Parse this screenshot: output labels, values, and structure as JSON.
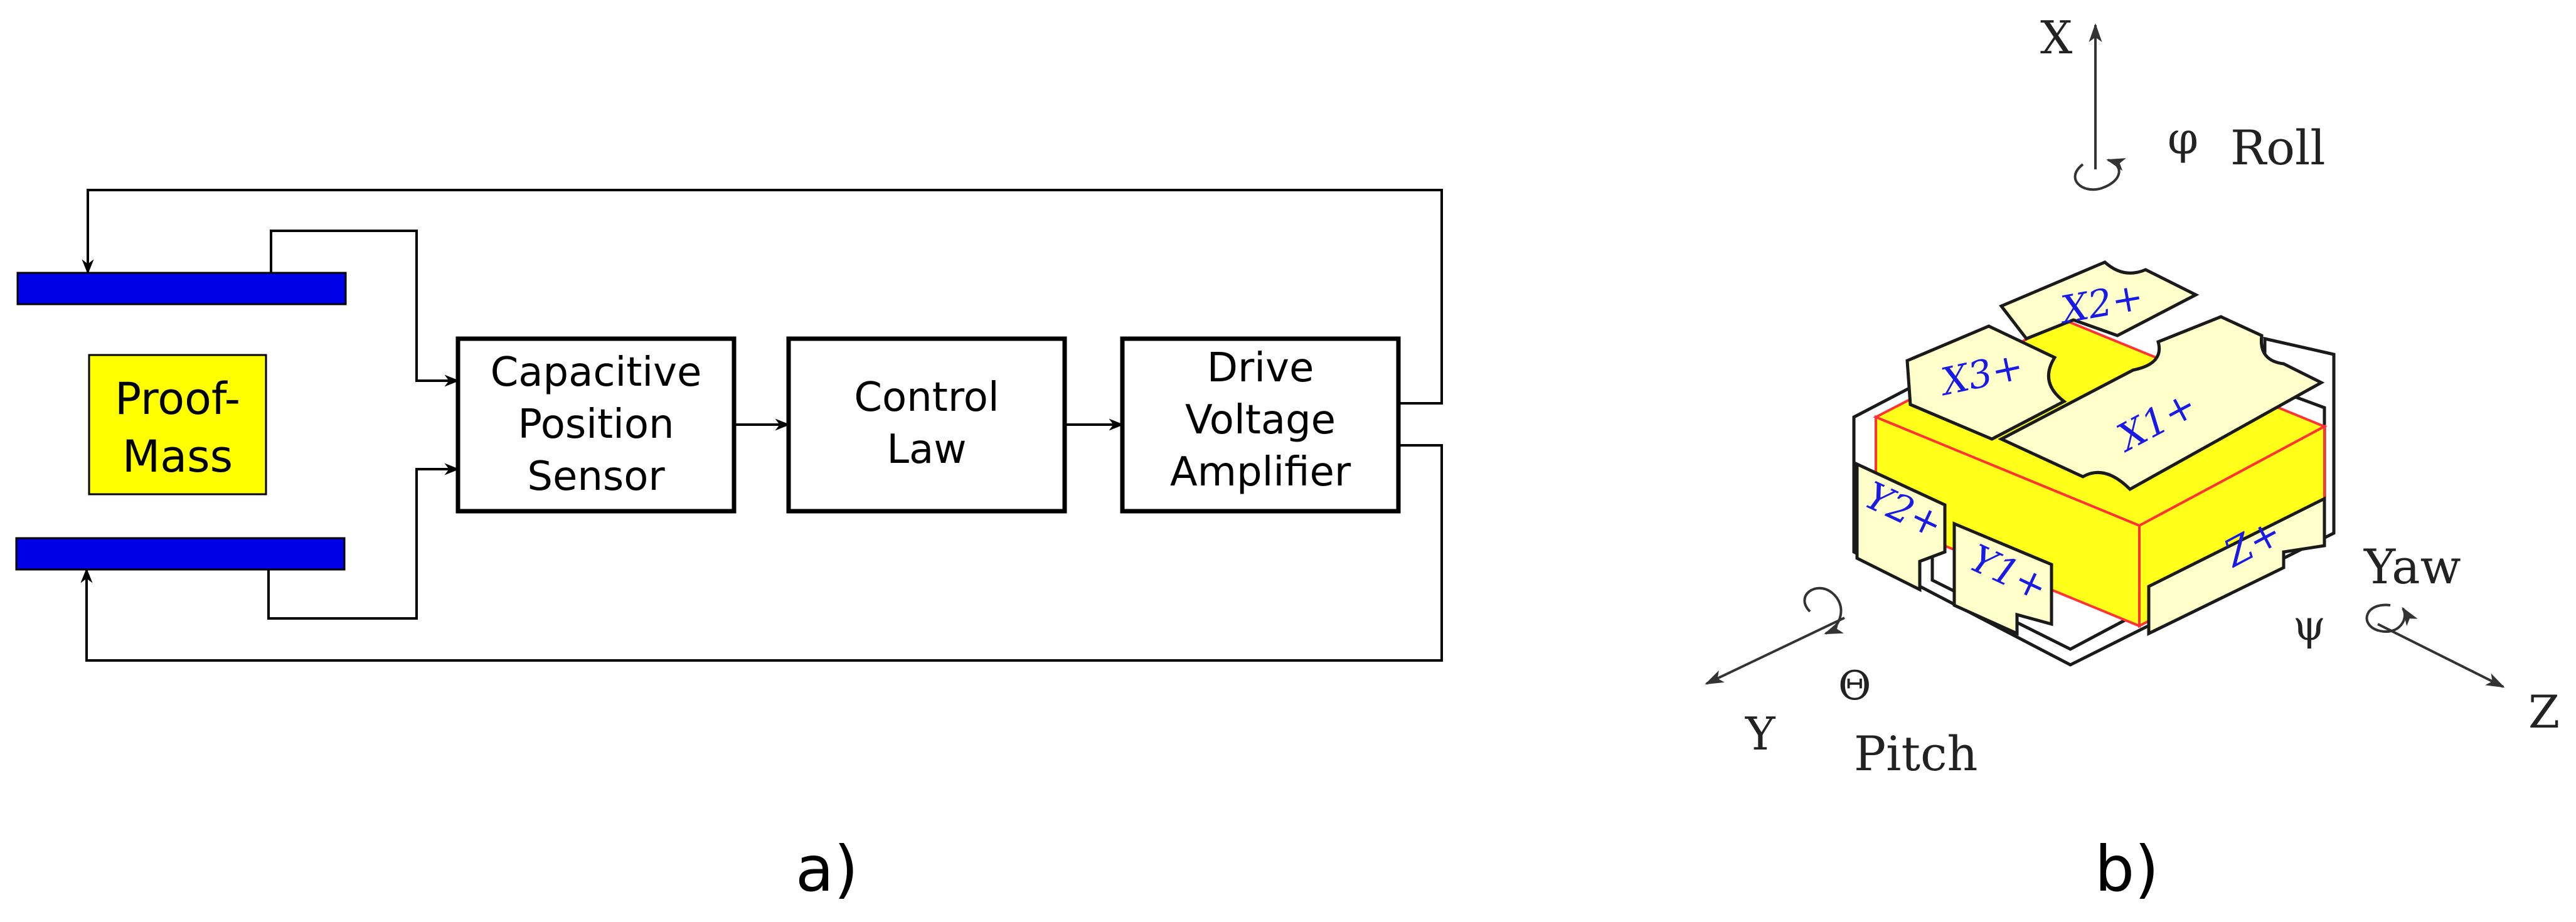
{
  "panel_a": {
    "proof_mass": [
      "Proof-",
      "Mass"
    ],
    "sensor": [
      "Capacitive",
      "Position",
      "Sensor"
    ],
    "control": [
      "Control",
      "Law"
    ],
    "amplifier": [
      "Drive",
      "Voltage",
      "Amplifier"
    ],
    "caption": "a)"
  },
  "panel_b": {
    "axis_x": "X",
    "axis_y": "Y",
    "axis_z": "Z",
    "phi": "φ",
    "theta": "Θ",
    "psi": "ψ",
    "roll": "Roll",
    "pitch": "Pitch",
    "yaw": "Yaw",
    "electrodes": [
      "X1+",
      "X2+",
      "X3+",
      "Y1+",
      "Y2+",
      "Z+"
    ],
    "caption": "b)"
  },
  "colors": {
    "electrode_plate": "#0000e6",
    "proof_mass": "#ffff00",
    "cube": "#ffff1a",
    "cube_edge": "#ff3333",
    "electrode_pad": "#ffffcc",
    "electrode_text": "#1a1ae6"
  }
}
